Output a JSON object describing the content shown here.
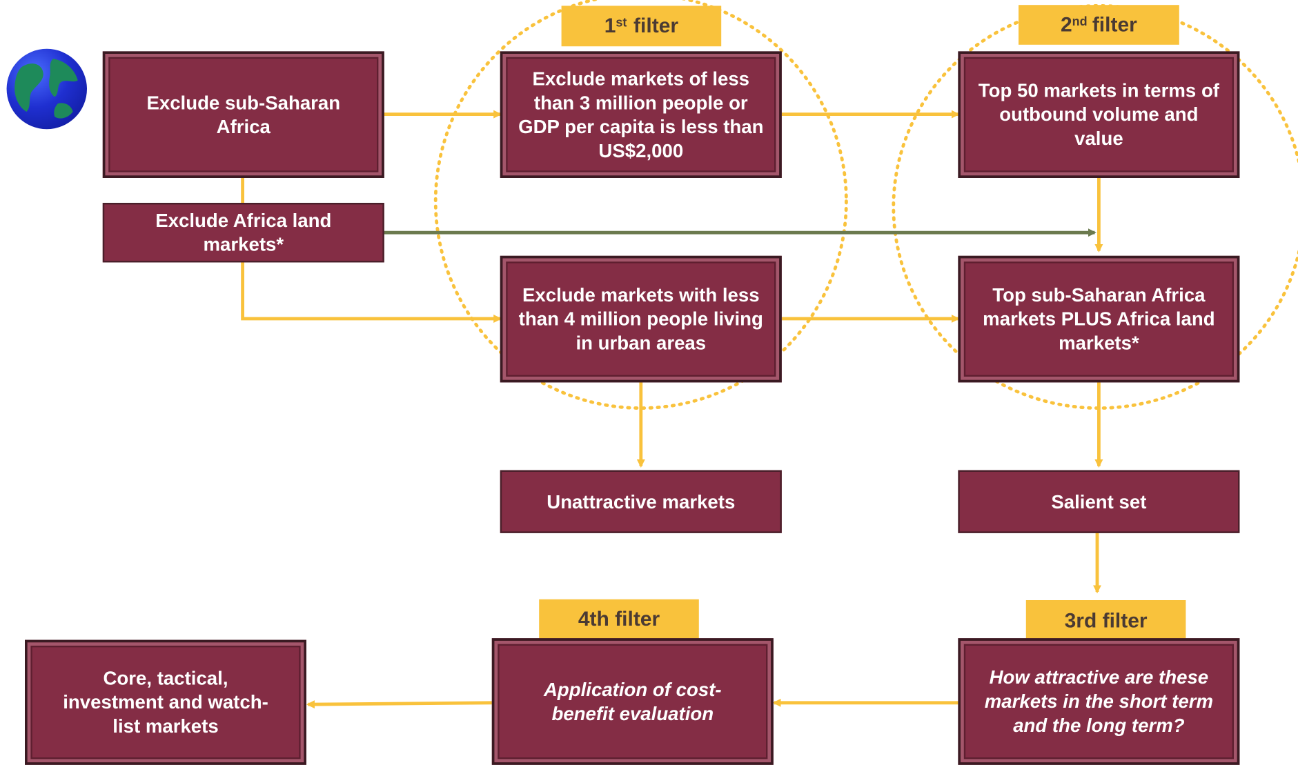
{
  "colors": {
    "box_fill": "#842d45",
    "box_border": "#3a1a22",
    "filter_tag": "#f9c23c",
    "arrow_yellow": "#f9c23c",
    "arrow_green": "#6b7a4e",
    "circle_dots": "#f9c23c"
  },
  "icons": {
    "globe": "globe-icon"
  },
  "filters": {
    "first": {
      "num": "1",
      "sup": "st",
      "word": "filter"
    },
    "second": {
      "num": "2",
      "sup": "nd",
      "word": "filter"
    },
    "third": "3rd filter",
    "fourth": "4th filter"
  },
  "boxes": {
    "exclude_ssa": "Exclude sub-Saharan Africa",
    "exclude_africa_land": "Exclude Africa land markets*",
    "exclude_small_markets": "Exclude markets of less than 3 million people or GDP per capita is less than US$2,000",
    "exclude_urban": "Exclude markets with less than 4 million people living in urban areas",
    "top_50": "Top 50 markets in terms of outbound volume and value",
    "top_ssa": "Top sub-Saharan Africa markets PLUS Africa land markets*",
    "unattractive": "Unattractive markets",
    "salient_set": "Salient set",
    "how_attractive": "How attractive are these markets in the short term and the long term?",
    "cost_benefit": "Application of cost-benefit evaluation",
    "core_tactical": "Core, tactical, investment and watch-list markets"
  }
}
